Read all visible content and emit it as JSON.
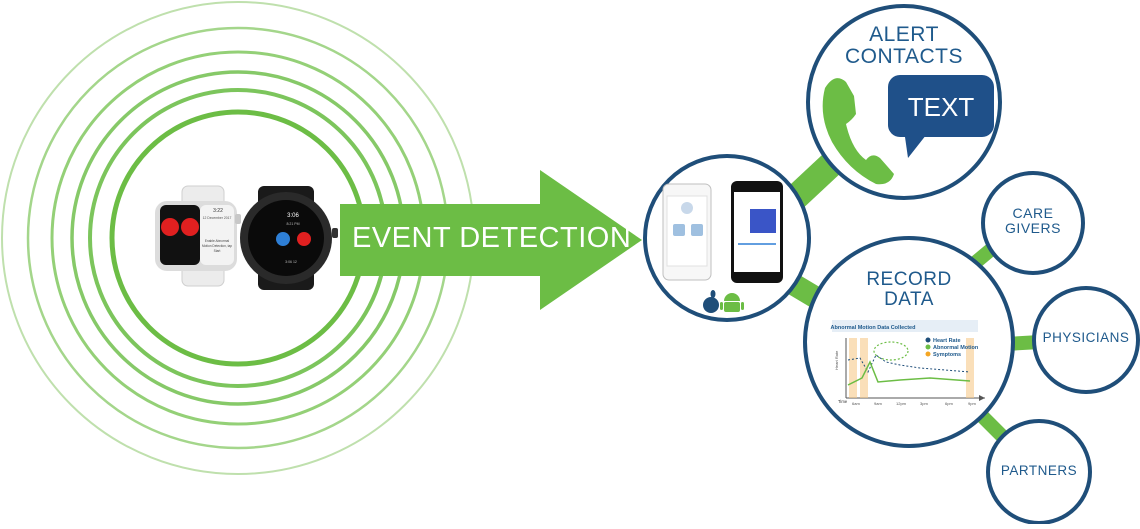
{
  "arrow": {
    "label": "EVENT DETECTION"
  },
  "alert": {
    "title_line1": "ALERT",
    "title_line2": "CONTACTS",
    "bubble": "TEXT"
  },
  "record": {
    "title_line1": "RECORD",
    "title_line2": "DATA"
  },
  "care": {
    "line1": "CARE",
    "line2": "GIVERS"
  },
  "physicians": {
    "label": "PHYSICIANS"
  },
  "partners": {
    "label": "PARTNERS"
  },
  "watch": {
    "apple": {
      "time": "3:22",
      "date": "12 December 2017",
      "notice_line1": "Enable Abnormal",
      "notice_line2": "Motion Detection, tap",
      "notice_line3": "Start"
    },
    "android": {
      "hour": "3:06",
      "sub": "8:21 PM",
      "bottom": "3:06 12"
    }
  },
  "chart": {
    "title": "Abnormal Motion Data Collected",
    "legend": [
      "Heart Rate",
      "Abnormal Motion",
      "Symptoms"
    ],
    "ylabel": "Heart Rate",
    "xlabel": "Time",
    "ticks": [
      "6am",
      "9am",
      "12pm",
      "3pm",
      "6pm",
      "9pm"
    ]
  },
  "colors": {
    "green": "#6cbd45",
    "navy": "#1f4e79",
    "blue": "#1f5a8c",
    "bubble": "#1f5089",
    "ring": "#8dcc6a"
  }
}
